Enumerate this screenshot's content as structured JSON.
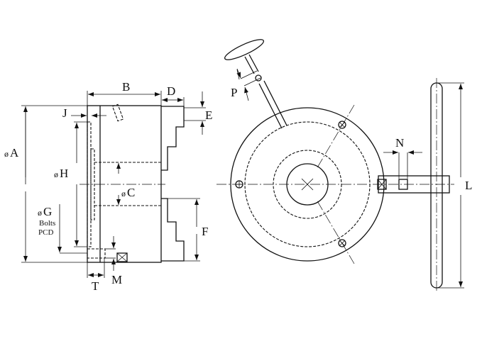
{
  "title": "Manual chuck dimension drawing",
  "side_view": {
    "labels": {
      "A": "A",
      "B": "B",
      "C": "C",
      "D": "D",
      "E": "E",
      "F": "F",
      "G": "G",
      "H": "H",
      "J": "J",
      "M": "M",
      "T": "T",
      "bolts": "Bolts",
      "pcd": "PCD"
    },
    "diameter_symbol": "ø"
  },
  "front_view": {
    "labels": {
      "P": "P",
      "N": "N",
      "L": "L"
    }
  }
}
